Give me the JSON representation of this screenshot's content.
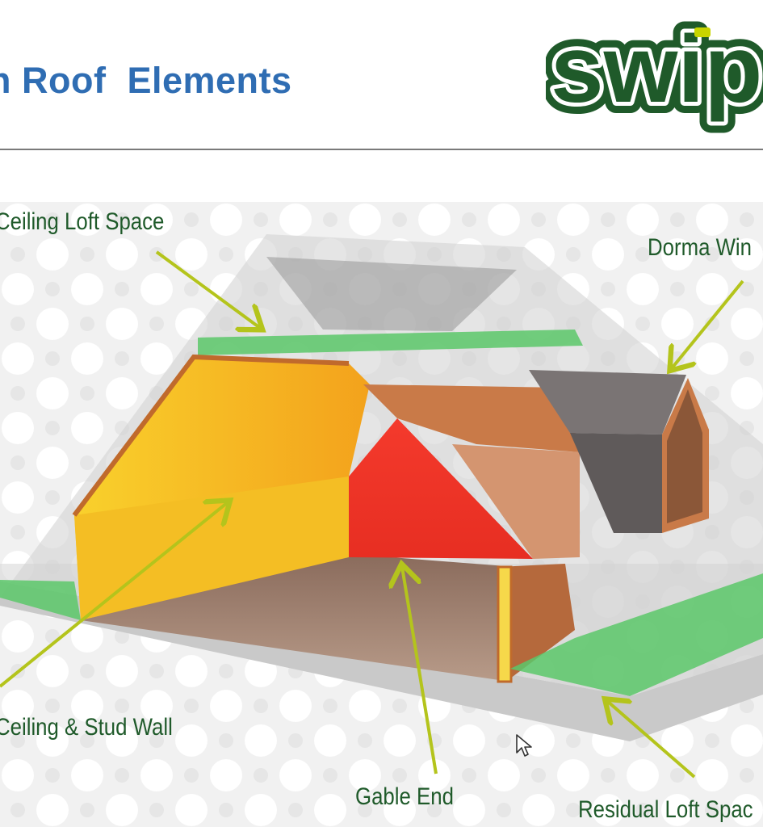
{
  "slide": {
    "title": "n Roof  Elements"
  },
  "logo": {
    "text": "swip"
  },
  "labels": {
    "ceiling_loft_space": "Ceiling Loft Space",
    "dorma_window": "Dorma Win",
    "ceiling_stud_wall": "Ceiling & Stud Wall",
    "gable_end": "Gable End",
    "residual_loft_space": "Residual Loft Spac"
  },
  "colors": {
    "title_blue": "#2f6db3",
    "logo_green": "#1f5a2a",
    "logo_lime": "#c8d400",
    "label_green": "#1f5a2a",
    "arrow_lime": "#b4c41c",
    "stud_wall_yellow": "#f6c21c",
    "gable_red": "#f23a2c",
    "timber_brown": "#c97a48",
    "insulation_green": "#5cc86a",
    "dorma_grey": "#6f6a6a"
  }
}
